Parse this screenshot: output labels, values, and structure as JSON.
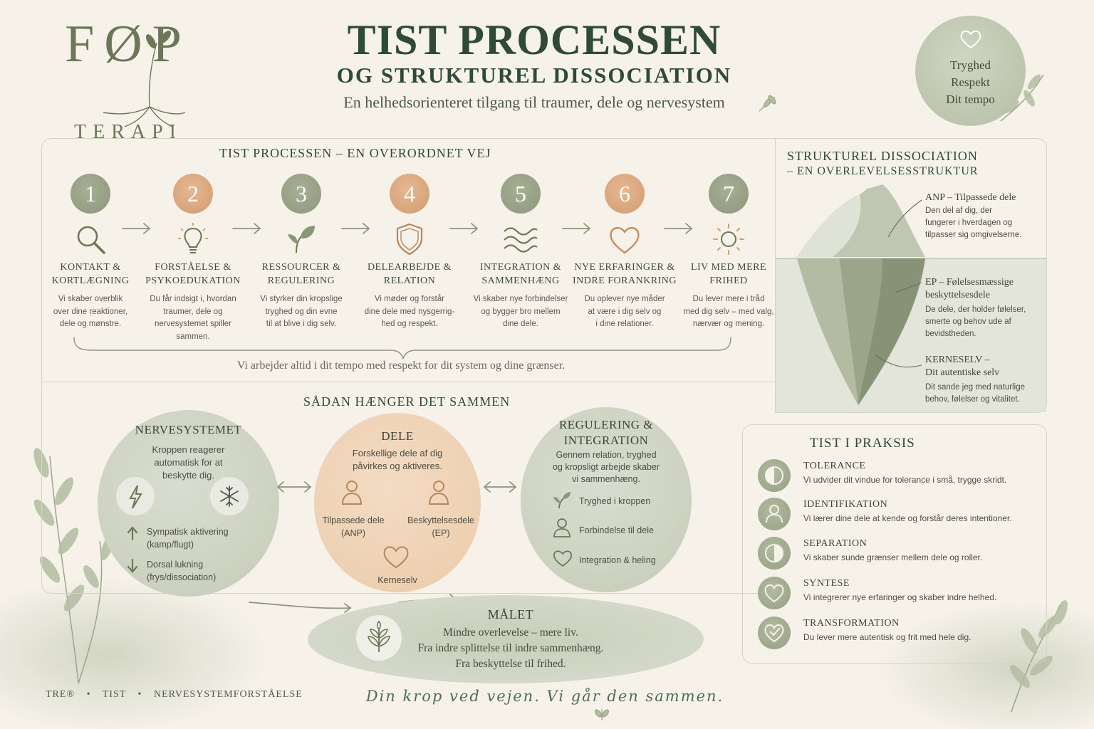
{
  "logo": {
    "mark": "FØP",
    "sub": "TERAPI"
  },
  "header": {
    "title": "TIST PROCESSEN",
    "subtitle": "OG STRUKTUREL DISSOCIATION",
    "tagline": "En helhedsorienteret tilgang til traumer, dele og nervesystem"
  },
  "badge": {
    "line1": "Tryghed",
    "line2": "Respekt",
    "line3": "Dit tempo"
  },
  "process": {
    "heading": "TIST PROCESSEN – EN OVERORDNET VEJ",
    "steps": [
      {
        "num": "1",
        "title1": "KONTAKT &",
        "title2": "KORTLÆGNING",
        "d1": "Vi skaber overblik",
        "d2": "over dine reaktioner,",
        "d3": "dele og mønstre.",
        "d4": "",
        "icon": "magnifier-icon"
      },
      {
        "num": "2",
        "title1": "FORSTÅELSE &",
        "title2": "PSYKOEDUKATION",
        "d1": "Du får indsigt i, hvordan",
        "d2": "traumer, dele og",
        "d3": "nervesystemet spiller",
        "d4": "sammen.",
        "icon": "lightbulb-icon"
      },
      {
        "num": "3",
        "title1": "RESSOURCER &",
        "title2": "REGULERING",
        "d1": "Vi styrker din kropslige",
        "d2": "tryghed og din evne",
        "d3": "til at blive i dig selv.",
        "d4": "",
        "icon": "leaf-icon"
      },
      {
        "num": "4",
        "title1": "DELEARBEJDE &",
        "title2": "RELATION",
        "d1": "Vi møder og forstår",
        "d2": "dine dele med nysgerrig-",
        "d3": "hed og respekt.",
        "d4": "",
        "icon": "shield-icon"
      },
      {
        "num": "5",
        "title1": "INTEGRATION &",
        "title2": "SAMMENHÆNG",
        "d1": "Vi skaber nye forbindelser",
        "d2": "og bygger bro mellem",
        "d3": "dine dele.",
        "d4": "",
        "icon": "waves-icon"
      },
      {
        "num": "6",
        "title1": "NYE ERFARINGER &",
        "title2": "INDRE FORANKRING",
        "d1": "Du oplever nye måder",
        "d2": "at være i dig selv og",
        "d3": "i dine relationer.",
        "d4": "",
        "icon": "heart-icon"
      },
      {
        "num": "7",
        "title1": "LIV MED MERE",
        "title2": "FRIHED",
        "d1": "Du lever mere i tråd",
        "d2": "med dig selv – med valg,",
        "d3": "nærvær og mening.",
        "d4": "",
        "icon": "sun-icon"
      }
    ],
    "tempo": "Vi arbejder altid i dit tempo med respekt for dit system og dine grænser."
  },
  "struct": {
    "heading1": "STRUKTUREL DISSOCIATION",
    "heading2": "– EN OVERLEVELSESSTRUKTUR",
    "anp_title": "ANP – Tilpassede dele",
    "anp_d1": "Den del af dig, der",
    "anp_d2": "fungerer i hverdagen og",
    "anp_d3": "tilpasser sig omgivelserne.",
    "ep_title1": "EP – Følelsesmæssige",
    "ep_title2": "beskyttelsesdele",
    "ep_d1": "De dele, der holder følelser,",
    "ep_d2": "smerte og behov ude af",
    "ep_d3": "bevidstheden.",
    "kerne_title1": "KERNESELV –",
    "kerne_title2": "Dit autentiske selv",
    "kerne_d1": "Dit sande jeg med naturlige",
    "kerne_d2": "behov, følelser og vitalitet."
  },
  "together": {
    "heading": "SÅDAN HÆNGER DET SAMMEN",
    "nerv": {
      "title": "NERVESYSTEMET",
      "t1": "Kroppen reagerer",
      "t2": "automatisk for at",
      "t3": "beskytte dig.",
      "up1": "Sympatisk aktivering",
      "up2": "(kamp/flugt)",
      "down1": "Dorsal lukning",
      "down2": "(frys/dissociation)"
    },
    "dele": {
      "title": "DELE",
      "t1": "Forskellige dele af dig",
      "t2": "påvirkes og aktiveres.",
      "anp1": "Tilpassede dele",
      "anp2": "(ANP)",
      "ep1": "Beskyttelsesdele",
      "ep2": "(EP)",
      "kerne": "Kerneselv"
    },
    "reg": {
      "title1": "REGULERING &",
      "title2": "INTEGRATION",
      "t1": "Gennem relation, tryghed",
      "t2": "og kropsligt arbejde skaber",
      "t3": "vi sammenhæng.",
      "i1": "Tryghed i kroppen",
      "i2": "Forbindelse til dele",
      "i3": "Integration & heling"
    },
    "goal": {
      "title": "MÅLET",
      "l1": "Mindre overlevelse – mere liv.",
      "l2": "Fra indre splittelse til indre sammenhæng.",
      "l3": "Fra beskyttelse til frihed."
    }
  },
  "praksis": {
    "heading": "TIST I PRAKSIS",
    "items": [
      {
        "name": "TOLERANCE",
        "desc": "Vi udvider dit vindue for tolerance i små, trygge skridt."
      },
      {
        "name": "IDENTIFIKATION",
        "desc": "Vi lærer dine dele at kende og forstår deres intentioner."
      },
      {
        "name": "SEPARATION",
        "desc": "Vi skaber sunde grænser mellem dele og roller."
      },
      {
        "name": "SYNTESE",
        "desc": "Vi integrerer nye erfaringer og skaber indre helhed."
      },
      {
        "name": "TRANSFORMATION",
        "desc": "Du lever mere autentisk og frit med hele dig."
      }
    ]
  },
  "footer": {
    "tre": "TRE®",
    "tist": "TIST",
    "nerv": "NERVESYSTEMFORSTÅELSE",
    "sep": "•",
    "script": "Din krop ved vejen. Vi går den sammen."
  }
}
